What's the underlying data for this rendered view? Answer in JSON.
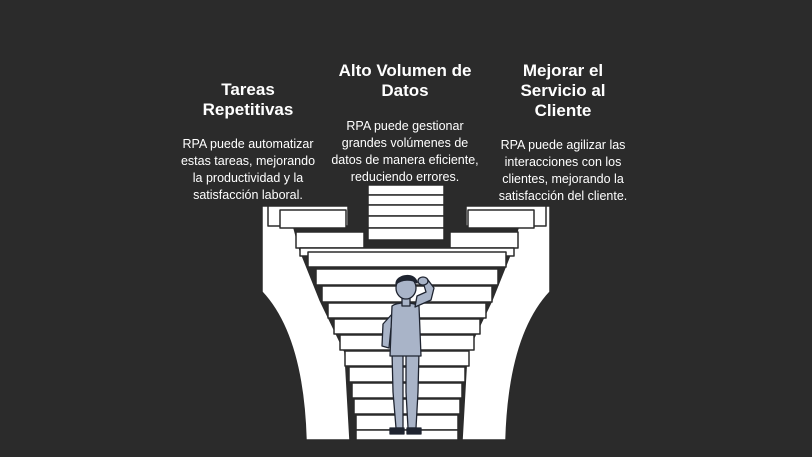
{
  "columns": [
    {
      "title": "Tareas Repetitivas",
      "title_lines": [
        "Tareas",
        "Repetitivas"
      ],
      "body_lines": [
        "RPA puede automatizar",
        "estas tareas, mejorando",
        "la productividad y la",
        "satisfacción laboral."
      ]
    },
    {
      "title": "Alto Volumen de Datos",
      "title_lines": [
        "Alto Volumen de",
        "Datos"
      ],
      "body_lines": [
        "RPA puede gestionar",
        "grandes volúmenes de",
        "datos de manera eficiente,",
        "reduciendo errores."
      ]
    },
    {
      "title": "Mejorar el Servicio al Cliente",
      "title_lines": [
        "Mejorar el",
        "Servicio al",
        "Cliente"
      ],
      "body_lines": [
        "RPA puede agilizar las",
        "interacciones con los",
        "clientes, mejorando la",
        "satisfacción del cliente."
      ]
    }
  ],
  "illustration": {
    "icon": "staircase-with-thinking-person-icon",
    "colors": {
      "background": "#2b2b2b",
      "stairs": "#ffffff",
      "stair_outline": "#2b2b2b",
      "person": "#a9b4c8",
      "person_outline": "#1f2430"
    }
  }
}
